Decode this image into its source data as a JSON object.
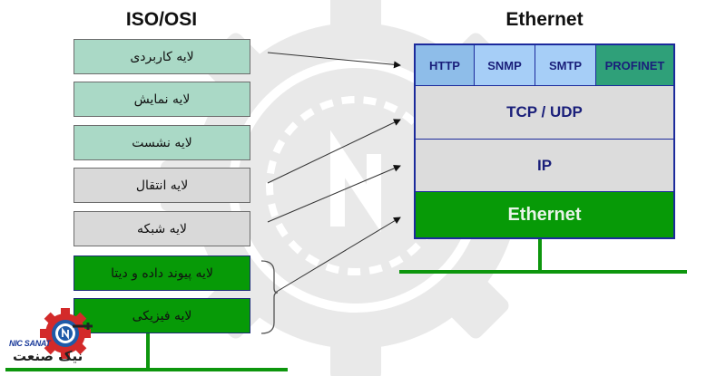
{
  "left": {
    "title": "ISO/OSI",
    "layers": [
      {
        "label": "لایه کاربردی",
        "color": "#aad9c6"
      },
      {
        "label": "لایه نمایش",
        "color": "#aad9c6"
      },
      {
        "label": "لایه نشست",
        "color": "#aad9c6"
      },
      {
        "label": "لایه انتقال",
        "color": "#d9d9d9"
      },
      {
        "label": "لایه شبکه",
        "color": "#d9d9d9"
      },
      {
        "label": "لایه پیوند داده و دیتا",
        "color": "#079a07"
      },
      {
        "label": "لایه فیزیکی",
        "color": "#079a07"
      }
    ]
  },
  "right": {
    "title": "Ethernet",
    "application_protocols": [
      "HTTP",
      "SNMP",
      "SMTP",
      "PROFINET"
    ],
    "transport": "TCP / UDP",
    "network": "IP",
    "link": "Ethernet"
  },
  "mappings": [
    {
      "from": "لایه کاربردی",
      "to": "application"
    },
    {
      "from": "لایه انتقال",
      "to": "TCP / UDP"
    },
    {
      "from": "لایه شبکه",
      "to": "IP"
    },
    {
      "from": "لایه پیوند داده و دیتا + لایه فیزیکی",
      "to": "Ethernet"
    }
  ],
  "logo": {
    "text_en": "NIC SANAT",
    "text_fa": "نیک صنعت"
  },
  "colors": {
    "teal": "#aad9c6",
    "gray": "#d9d9d9",
    "green": "#079a07",
    "navy": "#1c2a9c",
    "light_blue": "#a6cef7",
    "profinet_green": "#2fa079"
  }
}
